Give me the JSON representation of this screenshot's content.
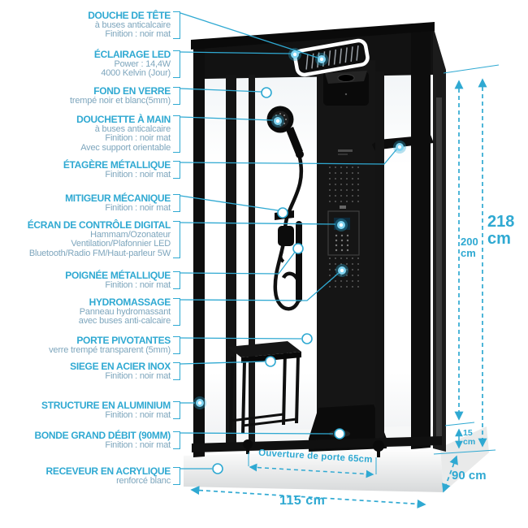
{
  "labels": [
    {
      "id": "douche-de-tete",
      "title": "DOUCHE DE TÊTE",
      "lines": [
        "à buses anticalcaire",
        "Finition : noir mat"
      ]
    },
    {
      "id": "eclairage-led",
      "title": "ÉCLAIRAGE LED",
      "lines": [
        "Power : 14,4W",
        "4000 Kelvin (Jour)"
      ]
    },
    {
      "id": "fond-en-verre",
      "title": "FOND EN VERRE",
      "lines": [
        "trempé noir et blanc(5mm)"
      ]
    },
    {
      "id": "douchette-a-main",
      "title": "DOUCHETTE À MAIN",
      "lines": [
        "à buses anticalcaire",
        "Finition : noir mat",
        "Avec support orientable"
      ]
    },
    {
      "id": "etagere-metallique",
      "title": "ÉTAGÈRE MÉTALLIQUE",
      "lines": [
        "Finition : noir mat"
      ]
    },
    {
      "id": "mitigeur-mecanique",
      "title": "MITIGEUR MÉCANIQUE",
      "lines": [
        "Finition : noir mat"
      ]
    },
    {
      "id": "ecran-de-controle",
      "title": "ÉCRAN DE CONTRÔLE DIGITAL",
      "lines": [
        "Hammam/Ozonateur",
        "Ventilation/Plafonnier LED",
        "Bluetooth/Radio FM/Haut-parleur 5W"
      ]
    },
    {
      "id": "poignee-metallique",
      "title": "POIGNÉE MÉTALLIQUE",
      "lines": [
        "Finition : noir mat"
      ]
    },
    {
      "id": "hydromassage",
      "title": "HYDROMASSAGE",
      "lines": [
        "Panneau hydromassant",
        "avec buses anti-calcaire"
      ]
    },
    {
      "id": "porte-pivotantes",
      "title": "PORTE PIVOTANTES",
      "lines": [
        "verre trempé transparent (5mm)"
      ]
    },
    {
      "id": "siege-acier-inox",
      "title": "SIEGE EN ACIER INOX",
      "lines": [
        "Finition : noir mat"
      ]
    },
    {
      "id": "structure-aluminium",
      "title": "STRUCTURE EN ALUMINIUM",
      "lines": [
        "Finition : noir mat"
      ]
    },
    {
      "id": "bonde-grand-debit",
      "title": "BONDE GRAND DÉBIT (90MM)",
      "lines": [
        "Finition : noir mat"
      ]
    },
    {
      "id": "receveur-acrylique",
      "title": "RECEVEUR EN ACRYLIQUE",
      "lines": [
        "renforcé blanc"
      ]
    }
  ],
  "dimensions": {
    "total_height": {
      "value": "218",
      "unit": "cm"
    },
    "inner_height": {
      "value": "200",
      "unit": "cm"
    },
    "tray_height": {
      "value": "15",
      "unit": "cm"
    },
    "depth": "90 cm",
    "width": "115 cm",
    "door_opening": "Ouverture de porte 65cm"
  },
  "colors": {
    "accent": "#2fa9d2",
    "sublabel": "#7ea6bd",
    "frame": "#111111",
    "tray": "#e8e8e8"
  }
}
